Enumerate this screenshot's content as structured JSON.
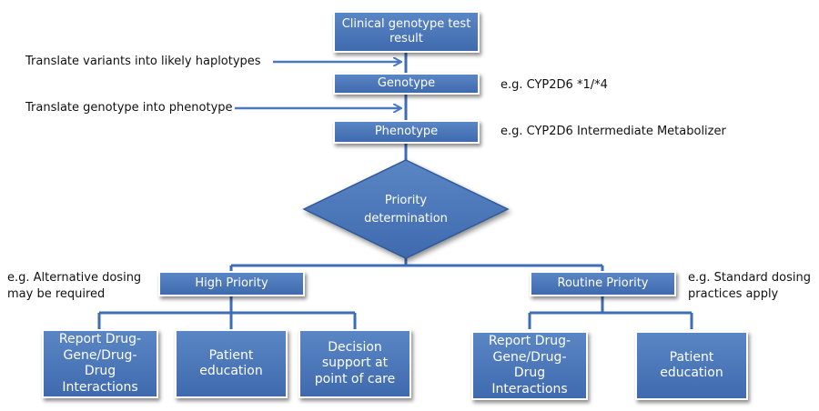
{
  "nodes": {
    "result": "Clinical genotype test result",
    "genotype": "Genotype",
    "phenotype": "Phenotype",
    "priority": "Priority\ndetermination",
    "high": "High Priority",
    "routine": "Routine Priority",
    "hp_report": "Report Drug-Gene/Drug-Drug Interactions",
    "hp_education": "Patient education",
    "hp_decision": "Decision support at point of care",
    "rp_report": "Report Drug-Gene/Drug-Drug Interactions",
    "rp_education": "Patient education"
  },
  "annotations": {
    "translate_variants": "Translate variants into likely haplotypes",
    "translate_genotype": "Translate genotype into phenotype",
    "genotype_example": "e.g. CYP2D6 *1/*4",
    "phenotype_example": "e.g. CYP2D6 Intermediate Metabolizer",
    "high_example": "e.g. Alternative dosing\nmay be required",
    "routine_example": "e.g. Standard dosing\npractices apply"
  },
  "colors": {
    "box": "#4a76b8",
    "box_dark": "#3f6aae",
    "arrow": "#4a78c0",
    "connector": "#3d6db5"
  }
}
